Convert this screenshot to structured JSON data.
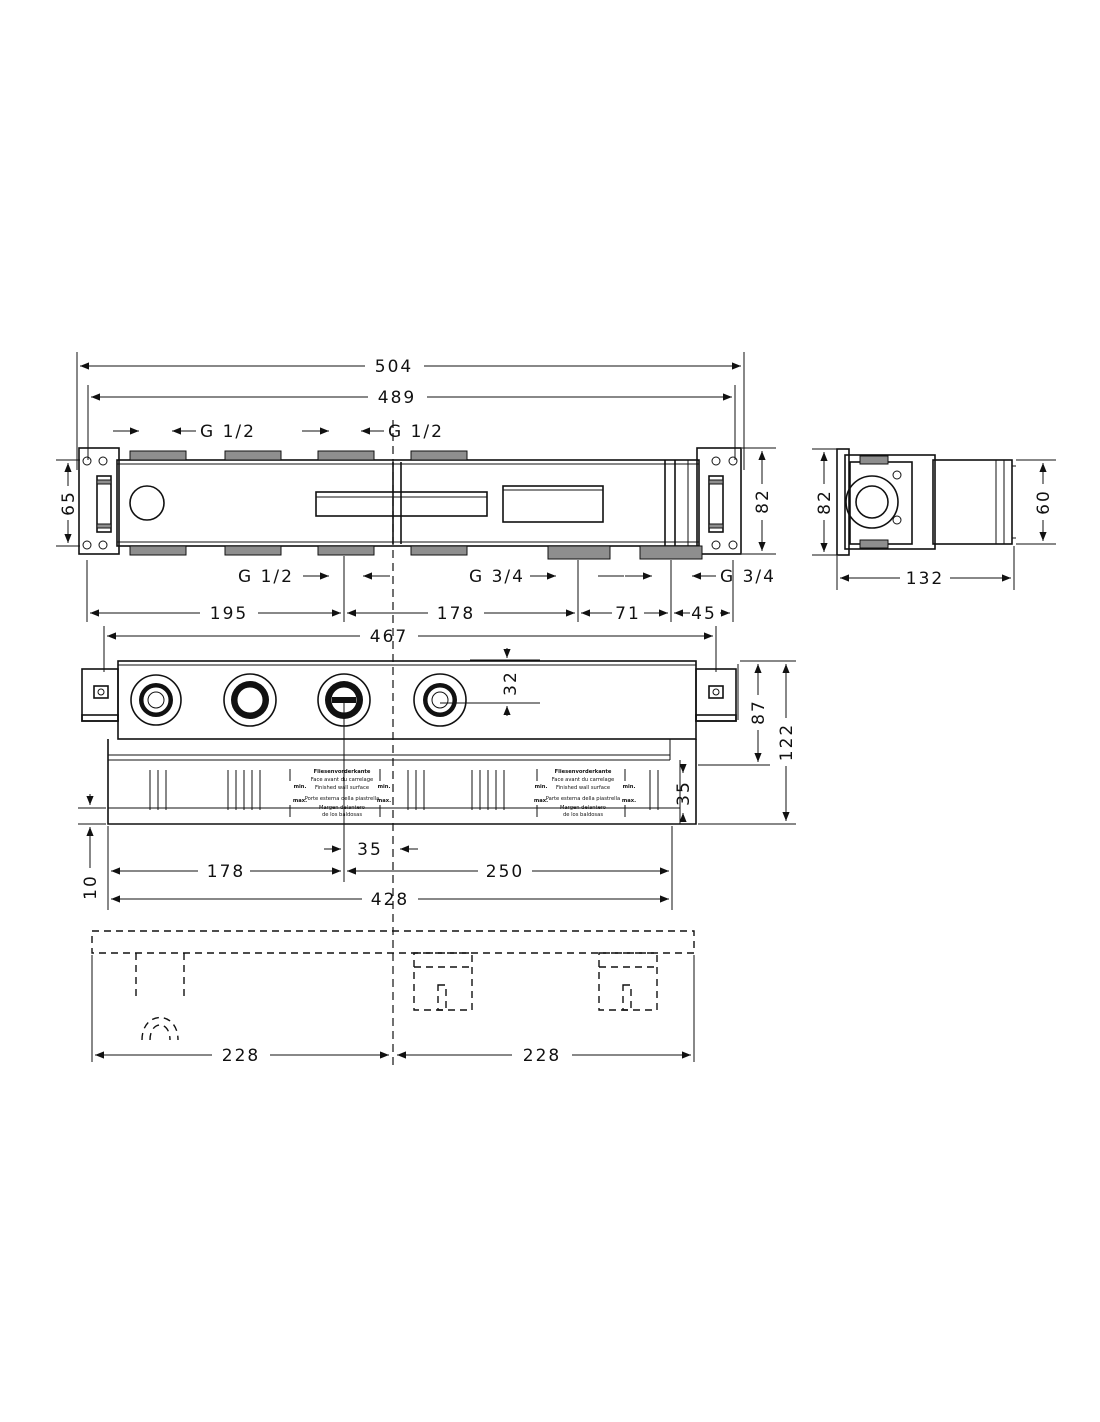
{
  "top_view": {
    "dims": {
      "overall_length": "504",
      "inner_length": "489",
      "height": "65",
      "side_height": "82",
      "spacing_1": "195",
      "spacing_2": "178",
      "spacing_3": "71",
      "spacing_4": "45"
    },
    "threads": {
      "inlet_top_left": "G 1/2",
      "inlet_top_right": "G 1/2",
      "outlet_bottom_left": "G 1/2",
      "outlet_bottom_mid": "G 3/4",
      "outlet_bottom_right": "G 3/4"
    }
  },
  "side_view": {
    "dims": {
      "depth": "132",
      "height": "82",
      "body_height": "60"
    }
  },
  "front_view": {
    "dims": {
      "width": "467",
      "outlet_offset": "32",
      "depth_87": "87",
      "depth_122": "122",
      "depth_35_right": "35",
      "offset_35": "35",
      "offset_10": "10",
      "left_178": "178",
      "right_250": "250",
      "total_428": "428"
    },
    "label_left": {
      "heading": "Fliesenvorderkante",
      "lines": [
        "Face avant du carrelage",
        "Finished wall surface",
        "Porte esterna della piastrella",
        "Margen delantero",
        "de los baldosas"
      ],
      "min": "min.",
      "max": "max."
    },
    "label_right": {
      "heading": "Fliesenvorderkante",
      "lines": [
        "Face avant du carrelage",
        "Finished wall surface",
        "Parte esterna della piastrella",
        "Margen delantero",
        "de los baldosas"
      ],
      "min": "min.",
      "max": "max."
    }
  },
  "bottom_view": {
    "dims": {
      "left_228": "228",
      "right_228": "228"
    }
  }
}
